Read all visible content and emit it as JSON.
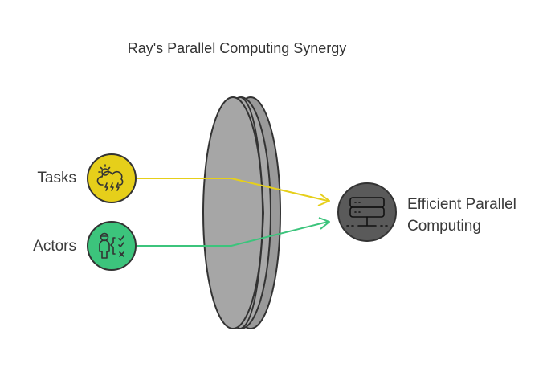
{
  "title": "Ray's Parallel Computing Synergy",
  "inputs": [
    {
      "label": "Tasks",
      "color": "#e6cf1a",
      "icon": "weather-storm-icon"
    },
    {
      "label": "Actors",
      "color": "#3cc47c",
      "icon": "person-checklist-icon"
    }
  ],
  "output": {
    "label_line1": "Efficient Parallel",
    "label_line2": "Computing",
    "color": "#5a5a5a",
    "icon": "server-icon"
  },
  "lens_color": "#a8a8a8"
}
